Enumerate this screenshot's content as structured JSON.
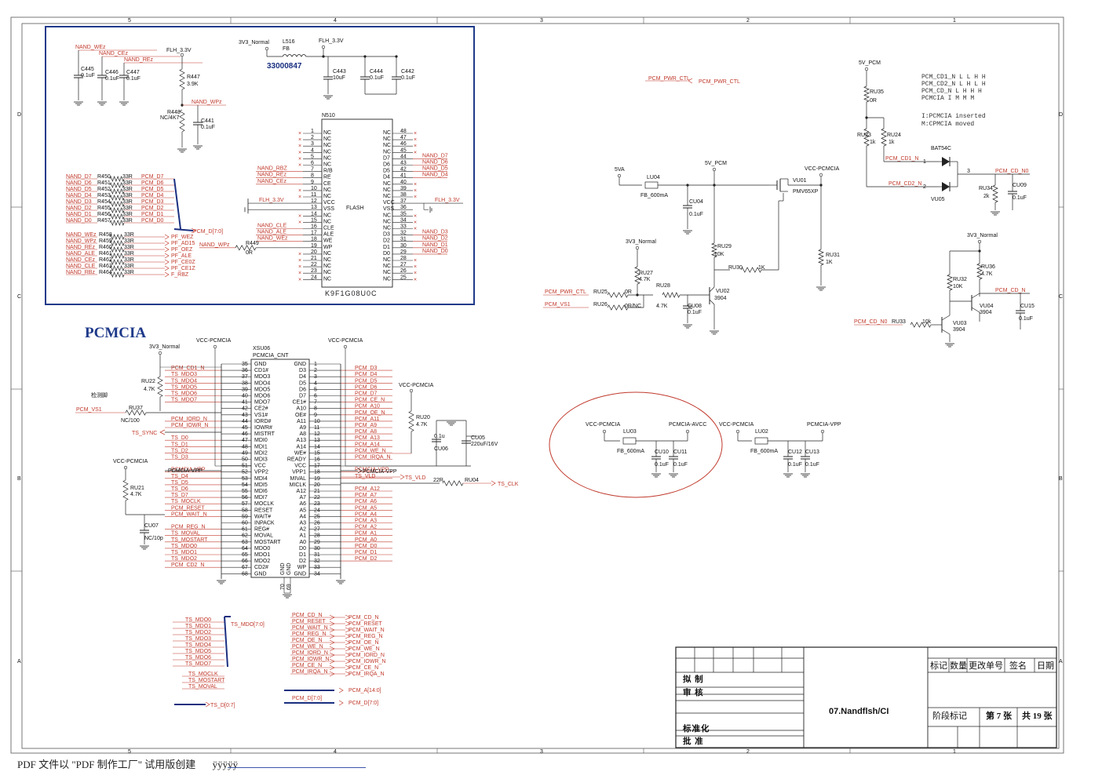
{
  "sheet": {
    "grid_top": [
      "5",
      "4",
      "3",
      "2",
      "1"
    ],
    "grid_side": [
      "D",
      "C",
      "B",
      "A"
    ]
  },
  "nand": {
    "chip_ref": "N510",
    "chip_name": "FLASH",
    "chip_part": "K9F1G08U0C",
    "pins_left": [
      "NC",
      "NC",
      "NC",
      "NC",
      "NC",
      "NC",
      "R/B",
      "RE",
      "CE",
      "NC",
      "NC",
      "VCC",
      "VSS",
      "NC",
      "NC",
      "CLE",
      "ALE",
      "WE",
      "WP",
      "NC",
      "NC",
      "NC",
      "NC",
      "NC"
    ],
    "pins_right": [
      "NC",
      "NC",
      "NC",
      "NC",
      "D7",
      "D6",
      "D5",
      "D4",
      "NC",
      "NC",
      "NC",
      "VCC",
      "VSS",
      "NC",
      "NC",
      "NC",
      "D3",
      "D2",
      "D1",
      "D0",
      "NC",
      "NC",
      "NC",
      "NC"
    ],
    "pin_nums_right": [
      "48",
      "47",
      "46",
      "45",
      "44",
      "43",
      "42",
      "41",
      "40",
      "39",
      "38",
      "37",
      "36",
      "35",
      "34",
      "33",
      "32",
      "31",
      "30",
      "29",
      "28",
      "27",
      "26",
      "25"
    ],
    "flh": "FLH_3.3V",
    "v3": "3V3_Normal",
    "l516": "L516",
    "fb": "FB",
    "code": "33000847",
    "caps": [
      "C445",
      "C446",
      "C447",
      "C443",
      "C444",
      "C442",
      "C441"
    ],
    "cap_vals": [
      "0.1uF",
      "0.1uF",
      "0.1uF",
      "10uF",
      "0.1uF",
      "0.1uF",
      "0.1uF"
    ],
    "nand_ctrl": [
      "NAND_WEz",
      "NAND_CEz",
      "NAND_REz"
    ],
    "r447": "R447",
    "r447v": "3.9K",
    "r448": "R448",
    "r448v": "NC/4K7",
    "nand_wpz": "NAND_WPz",
    "left_nets": [
      "NAND_RBZ",
      "NAND_REz",
      "NAND_CEz"
    ],
    "left_nets2": [
      "NAND_CLE",
      "NAND_ALE",
      "NAND_WEz"
    ],
    "flh_left": "FLH_3.3V",
    "right_d_hi": [
      "NAND_D7",
      "NAND_D6",
      "NAND_D5",
      "NAND_D4"
    ],
    "right_d_lo": [
      "NAND_D3",
      "NAND_D2",
      "NAND_D1",
      "NAND_D0"
    ],
    "d_in": [
      "NAND_D7",
      "NAND_D6",
      "NAND_D5",
      "NAND_D4",
      "NAND_D3",
      "NAND_D2",
      "NAND_D1",
      "NAND_D0"
    ],
    "d_res": [
      "R450",
      "R451",
      "R452",
      "R453",
      "R454",
      "R455",
      "R456",
      "R457"
    ],
    "d_out": [
      "PCM_D7",
      "PCM_D6",
      "PCM_D5",
      "PCM_D4",
      "PCM_D3",
      "PCM_D2",
      "PCM_D1",
      "PCM_D0"
    ],
    "pcm_d_bus": "PCM_D[7:0]",
    "c_in": [
      "NAND_WEz",
      "NAND_WPz",
      "NAND_REz",
      "NAND_ALE",
      "NAND_CEz",
      "NAND_CLE",
      "NAND_RBz"
    ],
    "c_res": [
      "R458",
      "R459",
      "R460",
      "R461",
      "R462",
      "R463",
      "R464"
    ],
    "c_out": [
      "PF_WEZ",
      "PF_AD15",
      "PF_OEZ",
      "PF_ALE",
      "PF_CE0Z",
      "PF_CE1Z",
      "F_RBZ"
    ],
    "r33": "33R",
    "r449": "R449",
    "r449v": "0R",
    "wpz2": "NAND_WPz"
  },
  "pcmcia": {
    "title": "PCMCIA",
    "conn_ref": "XSU06",
    "conn_name": "PCMCIA_CNT",
    "vcc": "VCC-PCMCIA",
    "v3": "3V3_Normal",
    "left_inner": [
      "GND",
      "CD1#",
      "MDO3",
      "MDO4",
      "MDO5",
      "MDO6",
      "MDO7",
      "CE2#",
      "VS1#",
      "IORD#",
      "IOWR#",
      "MISTRT",
      "MDI0",
      "MDI1",
      "MDI2",
      "MDI3",
      "VCC",
      "VPP2",
      "MDI4",
      "MDI5",
      "MDI6",
      "MDI7",
      "MOCLK",
      "RESET",
      "WAIT#",
      "INPACK",
      "REG#",
      "MOVAL",
      "MOSTART",
      "MDO0",
      "MDO1",
      "MDO2",
      "CD2#",
      "GND"
    ],
    "left_nums": [
      "35",
      "36",
      "37",
      "38",
      "39",
      "40",
      "41",
      "42",
      "43",
      "44",
      "45",
      "46",
      "47",
      "48",
      "49",
      "50",
      "51",
      "52",
      "53",
      "54",
      "55",
      "56",
      "57",
      "58",
      "59",
      "60",
      "61",
      "62",
      "63",
      "64",
      "65",
      "66",
      "67",
      "68"
    ],
    "right_inner": [
      "GND",
      "D3",
      "D4",
      "D5",
      "D6",
      "D7",
      "CE1#",
      "A10",
      "OE#",
      "A11",
      "A9",
      "A8",
      "A13",
      "A14",
      "WE#",
      "READY",
      "VCC",
      "VPP1",
      "MIVAL",
      "MICLK",
      "A12",
      "A7",
      "A6",
      "A5",
      "A4",
      "A3",
      "A2",
      "A1",
      "A0",
      "D0",
      "D1",
      "D2",
      "WP",
      "GND"
    ],
    "right_nums": [
      "1",
      "2",
      "3",
      "4",
      "5",
      "6",
      "7",
      "8",
      "9",
      "10",
      "11",
      "12",
      "13",
      "14",
      "15",
      "16",
      "17",
      "18",
      "19",
      "20",
      "21",
      "22",
      "23",
      "24",
      "25",
      "26",
      "27",
      "28",
      "29",
      "30",
      "31",
      "32",
      "33",
      "34"
    ],
    "left_nets": [
      "PCM_CD1_N",
      "TS_MDO3",
      "TS_MDO4",
      "TS_MDO5",
      "TS_MDO6",
      "TS_MDO7",
      "",
      "",
      "PCM_IORD_N",
      "PCM_IOWR_N",
      "",
      "TS_D0",
      "TS_D1",
      "TS_D2",
      "TS_D3",
      "",
      "PCMCIA-VPP",
      "TS_D4",
      "TS_D5",
      "TS_D6",
      "TS_D7",
      "TS_MOCLK",
      "PCM_RESET",
      "PCM_WAIT_N",
      "",
      "PCM_REG_N",
      "TS_MOVAL",
      "TS_MOSTART",
      "TS_MDO0",
      "TS_MDO1",
      "TS_MDO2",
      "PCM_CD2_N"
    ],
    "right_nets": [
      "PCM_D3",
      "PCM_D4",
      "PCM_D5",
      "PCM_D6",
      "PCM_D7",
      "PCM_CE_N",
      "PCM_A10",
      "PCM_OE_N",
      "PCM_A11",
      "PCM_A9",
      "PCM_A8",
      "PCM_A13",
      "PCM_A14",
      "PCM_WE_N",
      "PCM_IRQA_N",
      "",
      "PCMCIA-VPP",
      "TS_VLD",
      "",
      "PCM_A12",
      "PCM_A7",
      "PCM_A6",
      "PCM_A5",
      "PCM_A4",
      "PCM_A3",
      "PCM_A2",
      "PCM_A1",
      "PCM_A0",
      "PCM_D0",
      "PCM_D1",
      "PCM_D2"
    ],
    "bottom_pins": [
      "70",
      "69"
    ],
    "bottom_lbl": [
      "GND",
      "GND"
    ],
    "ru22": "RU22",
    "ru22v": "4.7K",
    "ru37": "RU37",
    "ru37v": "NC/100",
    "ru21": "RU21",
    "ru21v": "4.7K",
    "ru20": "RU20",
    "ru20v": "4.7K",
    "ru04": "RU04",
    "ru04v": "22R",
    "cu07": "CU07",
    "cu07v": "NC/10p",
    "cu06": "CU06",
    "cu06v": "0.1u",
    "cu05": "CU05",
    "cu05v": "220uF/16V",
    "note_cn": "检测脚",
    "pcm_vs1": "PCM_VS1",
    "ts_sync": "TS_SYNC",
    "ts_clk": "TS_CLK",
    "ts_vld": "TS_VLD"
  },
  "buses": {
    "mdo_in": [
      "TS_MDO0",
      "TS_MDO1",
      "TS_MDO2",
      "TS_MDO3",
      "TS_MDO4",
      "TS_MDO5",
      "TS_MDO6",
      "TS_MDO7"
    ],
    "mdo_bus": "TS_MDO[7:0]",
    "ts_misc": [
      "TS_MOCLK",
      "TS_MOSTART",
      "TS_MOVAL"
    ],
    "ts_d": "TS_D[0:7]",
    "pcm_l": [
      "PCM_CD_N",
      "PCM_RESET",
      "PCM_WAIT_N",
      "PCM_REG_N",
      "PCM_OE_N",
      "PCM_WE_N",
      "PCM_IORD_N",
      "PCM_IOWR_N",
      "PCM_CE_N",
      "PCM_IRQA_N"
    ],
    "pcm_r": [
      "PCM_CD_N",
      "PCM_RESET",
      "PCM_WAIT_N",
      "PCM_REG_N",
      "PCM_OE_N",
      "PCM_WE_N",
      "PCM_IORD_N",
      "PCM_IOWR_N",
      "PCM_CE_N",
      "PCM_IRQA_N"
    ],
    "pcm_a": "PCM_A[14:0]",
    "pcm_d": "PCM_D[7:0]"
  },
  "power": {
    "pcm_pwr_ctl": "PCM_PWR_CTL",
    "v5a": "5VA",
    "v5pcm": "5V_PCM",
    "vcc": "VCC-PCMCIA",
    "v3": "3V3_Normal",
    "lu04": "LU04",
    "fb600": "FB_600mA",
    "cu04": "CU04",
    "cu04v": "0.1uF",
    "vu01": "VU01",
    "vu01p": "PMV65XP",
    "ru29": "RU29",
    "ru29v": "10K",
    "ru30": "RU30",
    "ru30v": "1K",
    "ru31": "RU31",
    "ru31v": "1K",
    "ru27": "RU27",
    "ru27v": "4.7K",
    "ru28": "RU28",
    "ru28v": "4.7K",
    "ru25": "RU25",
    "ru25v": "0R",
    "ru26": "RU26",
    "ru26v": "0R/NC",
    "cu08": "CU08",
    "cu08v": "0.1uF",
    "vu02": "VU02",
    "vu02p": "3904",
    "pcm_pwr_ctl2": "PCM_PWR_CTL",
    "pcm_vs1": "PCM_VS1"
  },
  "cd": {
    "v5pcm": "5V_PCM",
    "ru35": "RU35",
    "ru35v": "0R",
    "ru23": "RU23",
    "ru23v": "1k",
    "ru24": "RU24",
    "ru24v": "1k",
    "bat": "BAT54C",
    "vu05": "VU05",
    "cd1": "PCM_CD1_N",
    "cd2": "PCM_CD2_N",
    "cdn0": "PCM_CD_N0",
    "ru34": "RU34",
    "ru34v": "2k",
    "cu09": "CU09",
    "cu09v": "0.1uF",
    "truth": [
      "PCM_CD1_N  L  L  H  H",
      "PCM_CD2_N  L  H  L  H",
      "PCM_CD_N   L  H  H  H",
      "PCMCIA     I  M  M  M"
    ],
    "legend": [
      "I:PCMCIA inserted",
      "M:CPMCIA moved"
    ],
    "v3": "3V3_Normal",
    "ru36": "RU36",
    "ru36v": "4.7K",
    "ru32": "RU32",
    "ru32v": "10K",
    "ru33": "RU33",
    "ru33v": "10k",
    "vu03": "VU03",
    "vu03p": "3904",
    "vu04": "VU04",
    "vu04p": "3904",
    "cu15": "CU15",
    "cu15v": "0.1uF",
    "pcm_cd_n": "PCM_CD_N",
    "pcm_cd_n0": "PCM_CD_N0"
  },
  "filters": {
    "vcc": "VCC-PCMCIA",
    "avcc": "PCMCIA-AVCC",
    "vpp": "PCMCIA-VPP",
    "lu03": "LU03",
    "lu02": "LU02",
    "fb600": "FB_600mA",
    "cu10": "CU10",
    "cu11": "CU11",
    "cu12": "CU12",
    "cu13": "CU13",
    "cval": "0.1uF"
  },
  "titleblock": {
    "rev_headers": [
      "标记",
      "数量",
      "更改单号",
      "签名",
      "日期"
    ],
    "roles": [
      "拟 制",
      "审 核",
      "标准化",
      "批 准"
    ],
    "title": "07.Nandflsh/CI",
    "stage": "阶段标记",
    "sheet_no": "第 7 张",
    "sheet_total": "共 19 张"
  },
  "footer": {
    "text": "PDF 文件以 \"PDF 制作工厂\" 试用版创建",
    "suffix": "ÿÿÿÿÿ"
  }
}
